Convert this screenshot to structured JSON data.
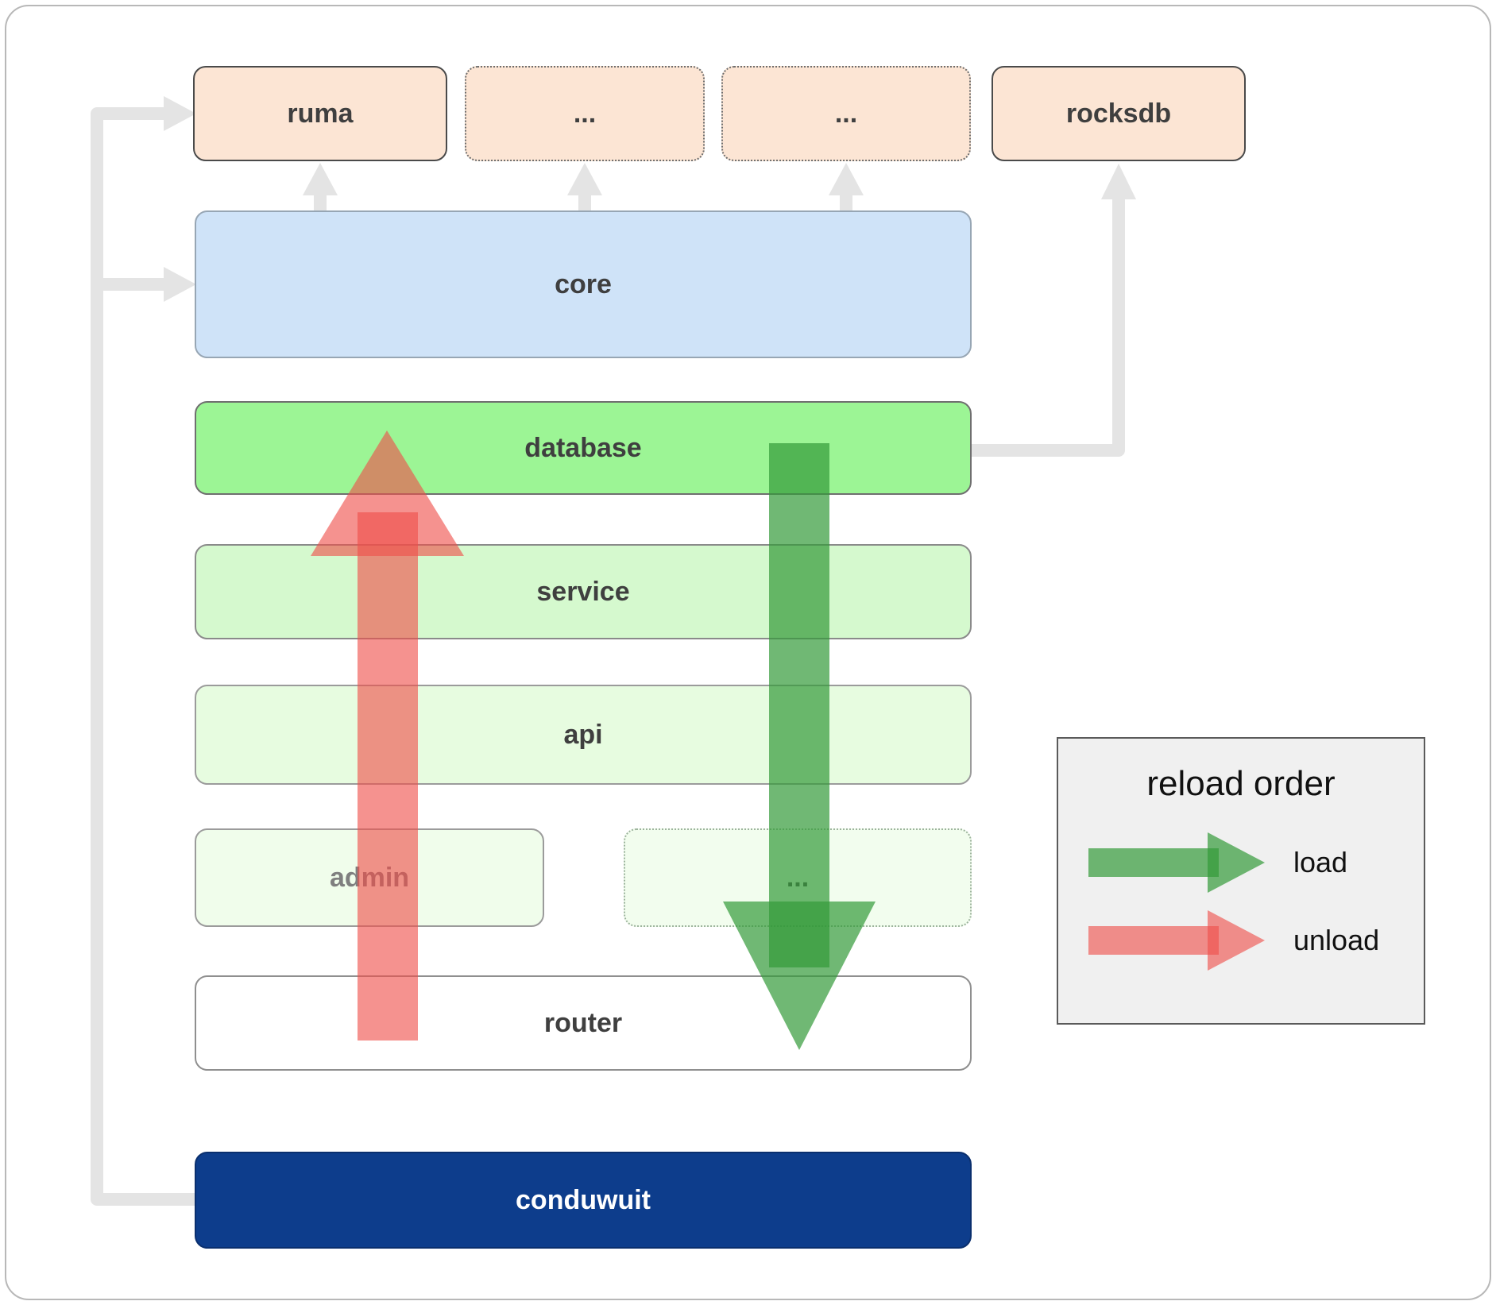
{
  "boxes": {
    "ruma": {
      "label": "ruma"
    },
    "ellipsis_top_1": {
      "label": "..."
    },
    "ellipsis_top_2": {
      "label": "..."
    },
    "rocksdb": {
      "label": "rocksdb"
    },
    "core": {
      "label": "core"
    },
    "database": {
      "label": "database"
    },
    "service": {
      "label": "service"
    },
    "api": {
      "label": "api"
    },
    "admin": {
      "label": "admin"
    },
    "ellipsis_mid": {
      "label": "..."
    },
    "router": {
      "label": "router"
    },
    "conduwuit": {
      "label": "conduwuit"
    }
  },
  "legend": {
    "title": "reload order",
    "load_label": "load",
    "unload_label": "unload"
  },
  "colors": {
    "peach_fill": "#fce5d4",
    "core_fill": "#cfe3f8",
    "database_fill": "#9cf595",
    "service_fill": "#d5f9ce",
    "api_fill": "#e7fce0",
    "admin_fill": "#f0fdeb",
    "router_fill": "#ffffff",
    "conduwuit_fill": "#0d3d8c",
    "load_arrow_green": "#339a39",
    "unload_arrow_red": "#ef4f4a",
    "connector_gray": "#e4e4e4"
  }
}
